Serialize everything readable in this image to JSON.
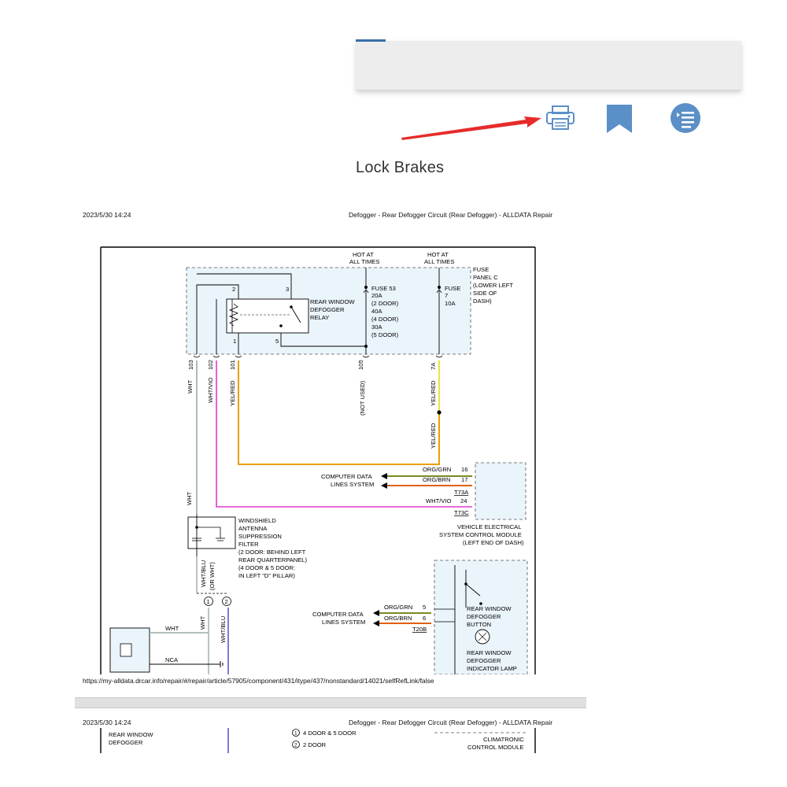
{
  "heading": {
    "text": "Lock Brakes"
  },
  "toolbar": {
    "print_icon": "print-icon",
    "bookmark_icon": "bookmark-icon",
    "toc_icon": "table-of-contents-icon",
    "accent_color": "#5b8fc7",
    "arrow_color": "#e62b2b"
  },
  "page1": {
    "datetime": "2023/5/30 14:24",
    "title": "Defogger - Rear Defogger Circuit (Rear Defogger) - ALLDATA Repair",
    "url": "https://my-alldata.drcar.info/repair/#/repair/article/57905/component/431/itype/437/nonstandard/14021/selfRefLink/false"
  },
  "page2": {
    "datetime": "2023/5/30 14:24",
    "title": "Defogger - Rear Defogger Circuit (Rear Defogger) - ALLDATA Repair",
    "rw_label_1": "REAR WINDOW",
    "rw_label_2": "DEFOGGER",
    "legend_1": "4 DOOR & 5 DOOR",
    "legend_2": "2 DOOR",
    "climatronic_1": "CLIMATRONIC",
    "climatronic_2": "CONTROL MODULE"
  },
  "diagram": {
    "hot1_a": "HOT AT",
    "hot1_b": "ALL TIMES",
    "hot2_a": "HOT AT",
    "hot2_b": "ALL TIMES",
    "fuse_panel": [
      "FUSE",
      "PANEL C",
      "(LOWER LEFT",
      "SIDE OF",
      "DASH)"
    ],
    "relay": [
      "REAR WINDOW",
      "DEFOGGER",
      "RELAY"
    ],
    "fuse53": [
      "FUSE 53",
      "20A",
      "(2 DOOR)",
      "40A",
      "(4 DOOR)",
      "30A",
      "(5 DOOR)"
    ],
    "fuse7": [
      "FUSE",
      "7",
      "10A"
    ],
    "pin2": "2",
    "pin3": "3",
    "pin1": "1",
    "pin5": "5",
    "circuits": {
      "c103": "103",
      "c102": "102",
      "c101": "101",
      "c105": "105",
      "c7a": "7A"
    },
    "wires": {
      "wht": "WHT",
      "wht_vio": "WHT/VIO",
      "yel_red": "YEL/RED",
      "not_used": "(NOT USED)",
      "yel_red2": "YEL/RED",
      "yel_red3": "YEL/RED",
      "wht2": "WHT",
      "wht_blu": "WHT/BLU",
      "or_wht": "(OR WHT)",
      "wht3": "WHT",
      "wht_blu2": "WHT/BLU",
      "wht4": "WHT",
      "nca": "NCA"
    },
    "cdl1": [
      "COMPUTER DATA",
      "LINES SYSTEM"
    ],
    "cdl2": [
      "COMPUTER DATA",
      "LINES SYSTEM"
    ],
    "vesm_pins": {
      "org_grn": "ORG/GRN",
      "p16": "16",
      "org_brn": "ORG/BRN",
      "p17": "17",
      "t73a": "T73A",
      "wht_vio": "WHT/VIO",
      "p24": "24",
      "t73c": "T73C"
    },
    "vesm": [
      "VEHICLE ELECTRICAL",
      "SYSTEM CONTROL MODULE",
      "(LEFT END OF DASH)"
    ],
    "filter": [
      "WINDSHIELD",
      "ANTENNA",
      "SUPPRESSION",
      "FILTER",
      "(2 DOOR: BEHIND LEFT",
      "REAR QUARTERPANEL)",
      "(4 DOOR & 5 DOOR:",
      "IN LEFT \"D\" PILLAR)"
    ],
    "btn_pins": {
      "org_grn": "ORG/GRN",
      "p5": "5",
      "org_brn": "ORG/BRN",
      "p6": "6",
      "t20b": "T20B"
    },
    "button": [
      "REAR WINDOW",
      "DEFOGGER",
      "BUTTON"
    ],
    "lamp": [
      "REAR WINDOW",
      "DEFOGGER",
      "INDICATOR LAMP"
    ],
    "circle1": "1",
    "circle2": "2"
  }
}
